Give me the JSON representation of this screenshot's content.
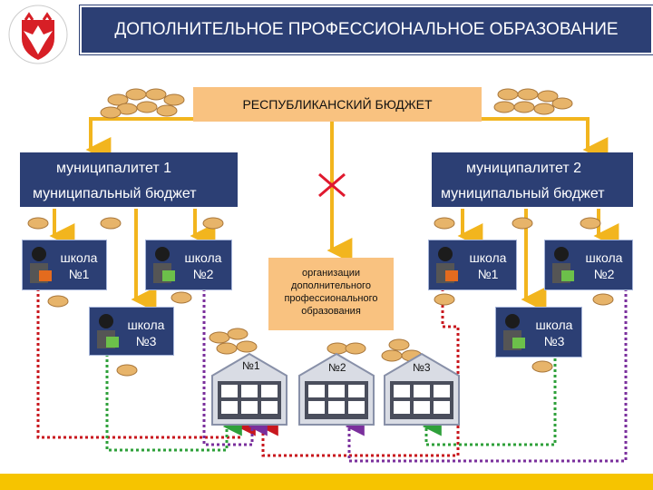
{
  "header": {
    "title": "ДОПОЛНИТЕЛЬНОЕ ПРОФЕССИОНАЛЬНОЕ ОБРАЗОВАНИЕ"
  },
  "budget": {
    "label": "РЕСПУБЛИКАНСКИЙ БЮДЖЕТ"
  },
  "municipalities": [
    {
      "name": "муниципалитет 1",
      "budget": "муниципальный бюджет"
    },
    {
      "name": "муниципалитет 2",
      "budget": "муниципальный бюджет"
    }
  ],
  "schools_m1": [
    {
      "line1": "школа",
      "line2": "№1"
    },
    {
      "line1": "школа",
      "line2": "№2"
    },
    {
      "line1": "школа",
      "line2": "№3"
    }
  ],
  "schools_m2": [
    {
      "line1": "школа",
      "line2": "№1"
    },
    {
      "line1": "школа",
      "line2": "№2"
    },
    {
      "line1": "школа",
      "line2": "№3"
    }
  ],
  "org": {
    "label": "организации дополнительного профессионального образования"
  },
  "buildings": [
    {
      "label": "№1"
    },
    {
      "label": "№2"
    },
    {
      "label": "№3"
    }
  ],
  "colors": {
    "navy": "#2c3f74",
    "peach": "#f9c280",
    "arrow_yellow": "#f2b51e",
    "cross_red": "#e0192e",
    "dot_red": "#c8171e",
    "dot_purple": "#7a2f9c",
    "dot_green": "#2ea03a",
    "accent_bar": "#f6c400"
  }
}
